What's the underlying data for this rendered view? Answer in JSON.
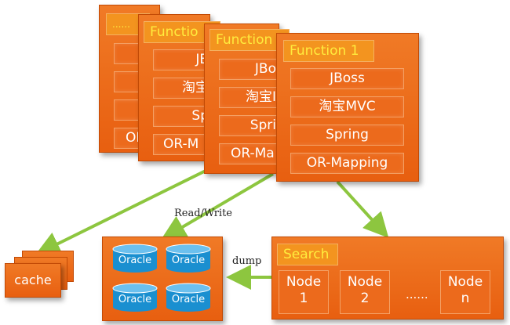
{
  "stack": {
    "panel1": {
      "header": "......",
      "rows": [
        "",
        "",
        "",
        "OR"
      ]
    },
    "panel2": {
      "header": "Functio",
      "rows": [
        "JB",
        "淘宝",
        "Sp",
        "OR-M"
      ]
    },
    "panel3": {
      "header": "Function",
      "rows": [
        "JBo",
        "淘宝I",
        "Spri",
        "OR-Ma"
      ]
    },
    "panel4": {
      "header": "Function 1",
      "rows": [
        "JBoss",
        "淘宝MVC",
        "Spring",
        "OR-Mapping"
      ]
    }
  },
  "labels": {
    "read_write": "Read/Write",
    "dump": "dump"
  },
  "cache": {
    "label": "cache"
  },
  "oracle": {
    "items": [
      "Oracle",
      "Oracle",
      "Oracle",
      "Oracle"
    ]
  },
  "search": {
    "header": "Search",
    "nodes": [
      {
        "line1": "Node",
        "line2": "1"
      },
      {
        "line1": "Node",
        "line2": "2"
      },
      {
        "line1": "Node",
        "line2": "n"
      }
    ],
    "ellipsis": "......"
  },
  "colors": {
    "panel": "#e85f10",
    "header_text": "#ffec3d",
    "arrow": "#8dc63f",
    "oracle": "#1a8fd0"
  }
}
